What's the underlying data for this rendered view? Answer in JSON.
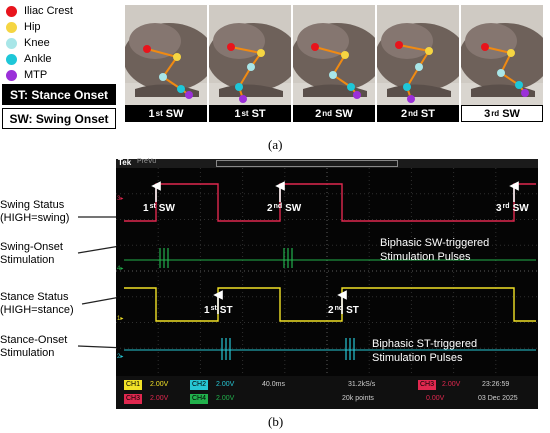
{
  "legend": [
    {
      "label": "Iliac Crest",
      "color": "#e8141c"
    },
    {
      "label": "Hip",
      "color": "#f5d542"
    },
    {
      "label": "Knee",
      "color": "#a8e6e8"
    },
    {
      "label": "Ankle",
      "color": "#1ec7d8"
    },
    {
      "label": "MTP",
      "color": "#9b30d9"
    }
  ],
  "definitions": {
    "stance": "ST: Stance Onset",
    "swing": "SW: Swing Onset"
  },
  "frames": [
    {
      "num": "1",
      "sup": "st",
      "phase": "SW"
    },
    {
      "num": "1",
      "sup": "st",
      "phase": "ST"
    },
    {
      "num": "2",
      "sup": "nd",
      "phase": "SW"
    },
    {
      "num": "2",
      "sup": "nd",
      "phase": "ST"
    },
    {
      "num": "3",
      "sup": "rd",
      "phase": "SW"
    }
  ],
  "panel_labels": {
    "a": "(a)",
    "b": "(b)"
  },
  "side_labels": {
    "swing_status_1": "Swing Status",
    "swing_status_2": "(HIGH=swing)",
    "swing_stim_1": "Swing-Onset",
    "swing_stim_2": "Stimulation",
    "stance_status_1": "Stance Status",
    "stance_status_2": "(HIGH=stance)",
    "stance_stim_1": "Stance-Onset",
    "stance_stim_2": "Stimulation"
  },
  "scope": {
    "brand": "Tek",
    "mode": "PreVu",
    "trace_colors": {
      "swing": "#e0284f",
      "swing_stim": "#22b14c",
      "stance": "#f2e227",
      "stance_stim": "#27c6d4"
    },
    "markers": {
      "sw1": {
        "num": "1",
        "sup": "st",
        "phase": "SW"
      },
      "sw2": {
        "num": "2",
        "sup": "nd",
        "phase": "SW"
      },
      "sw3": {
        "num": "3",
        "sup": "rd",
        "phase": "SW"
      },
      "st1": {
        "num": "1",
        "sup": "st",
        "phase": "ST"
      },
      "st2": {
        "num": "2",
        "sup": "nd",
        "phase": "ST"
      }
    },
    "annot_sw_1": "Biphasic SW-triggered",
    "annot_sw_2": "Stimulation Pulses",
    "annot_st_1": "Biphasic ST-triggered",
    "annot_st_2": "Stimulation Pulses",
    "status": {
      "ch1": "CH1",
      "ch1_val": "2.00V",
      "ch2": "CH2",
      "ch2_val": "2.00V",
      "ch3": "CH3",
      "ch3_val": "2.00V",
      "ch4": "CH4",
      "ch4_val": "2.00V",
      "timebase": "40.0ms",
      "sample_rate": "31.2kS/s",
      "points": "20k points",
      "ch3_trig": "CH3",
      "trig_val": "2.00V",
      "trig_extra": "0.00V",
      "time": "23:26:59",
      "date": "03 Dec 2025"
    }
  }
}
